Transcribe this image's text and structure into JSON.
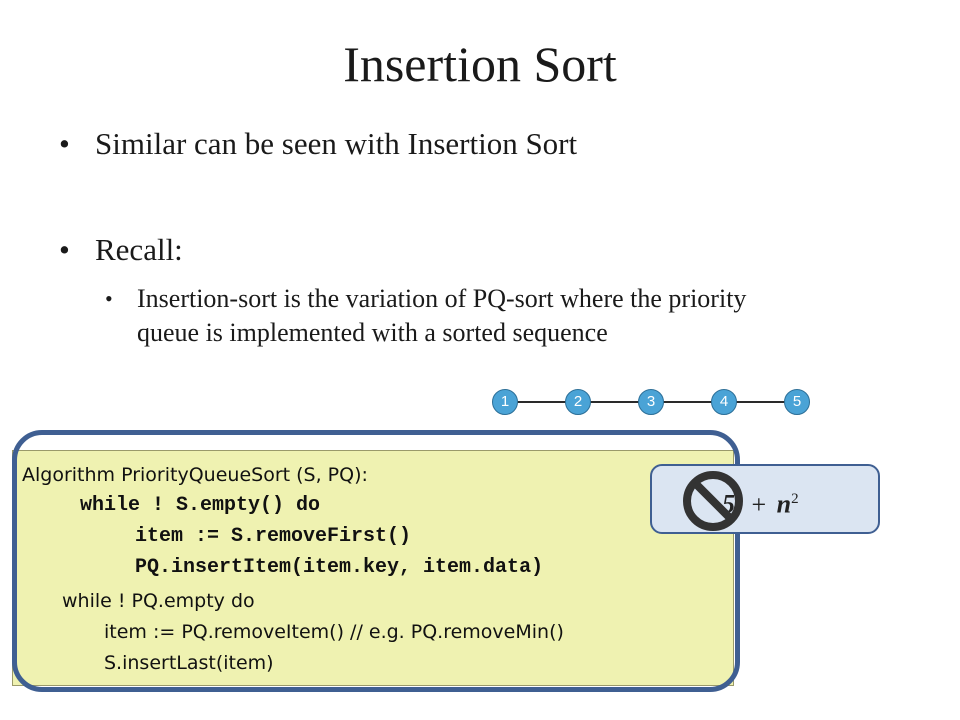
{
  "slide": {
    "title": "Insertion Sort",
    "bullets": [
      {
        "symbol": "•",
        "text": "Similar can be seen with Insertion Sort"
      },
      {
        "symbol": "•",
        "text": "Recall:"
      }
    ],
    "sub_bullet": {
      "symbol": "•",
      "lines": [
        "Insertion-sort is the variation of PQ-sort where the priority",
        "queue is implemented with a sorted sequence"
      ]
    },
    "sequence_nodes": [
      "1",
      "2",
      "3",
      "4",
      "5"
    ],
    "code": [
      "Algorithm PriorityQueueSort (S, PQ):",
      "while ! S.empty() do",
      "item := S.removeFirst()",
      "PQ.insertItem(item.key, item.data)",
      "while ! PQ.empty do",
      "item := PQ.removeItem()   // e.g. PQ.removeMin()",
      "S.insertLast(item)"
    ],
    "formula": {
      "visible_part": "5",
      "plus": "+",
      "term": "n",
      "exponent": "2"
    },
    "icons": {
      "prohibition": "no-sign-icon"
    },
    "colors": {
      "node_fill": "#4aa3d6",
      "code_background": "#eff2b1",
      "frame_border": "#3f5f92",
      "formula_background": "#dbe5f2"
    }
  }
}
